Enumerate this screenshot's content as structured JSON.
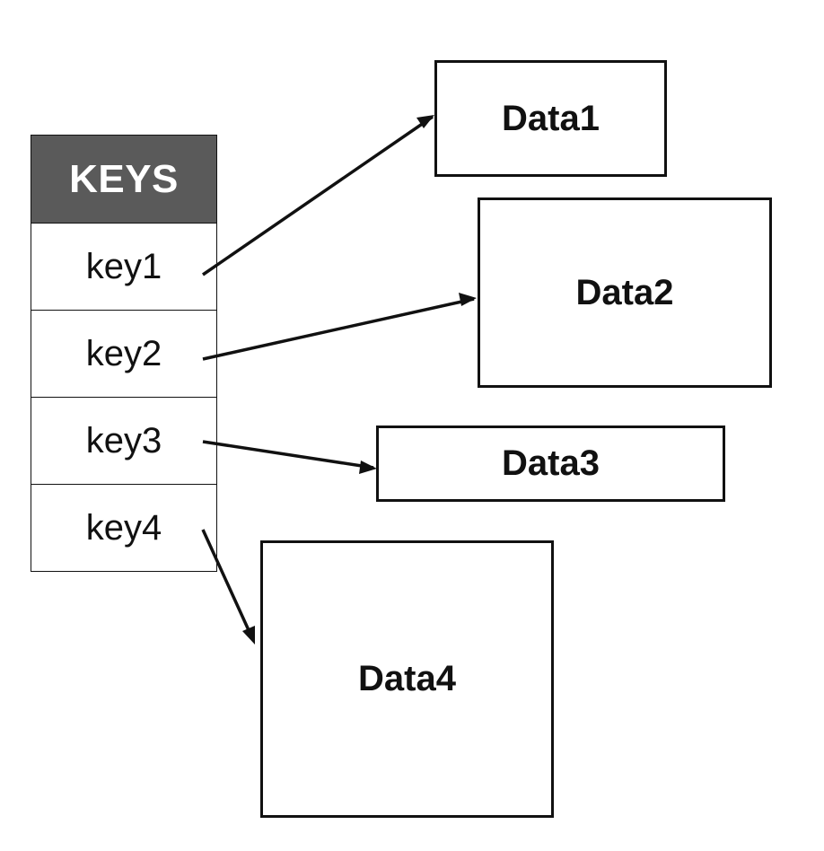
{
  "keys": {
    "header": "KEYS",
    "items": [
      {
        "label": "key1"
      },
      {
        "label": "key2"
      },
      {
        "label": "key3"
      },
      {
        "label": "key4"
      }
    ]
  },
  "data_boxes": [
    {
      "label": "Data1"
    },
    {
      "label": "Data2"
    },
    {
      "label": "Data3"
    },
    {
      "label": "Data4"
    }
  ],
  "links": [
    {
      "from": "key1",
      "to": "Data1"
    },
    {
      "from": "key2",
      "to": "Data2"
    },
    {
      "from": "key3",
      "to": "Data3"
    },
    {
      "from": "key4",
      "to": "Data4"
    }
  ]
}
